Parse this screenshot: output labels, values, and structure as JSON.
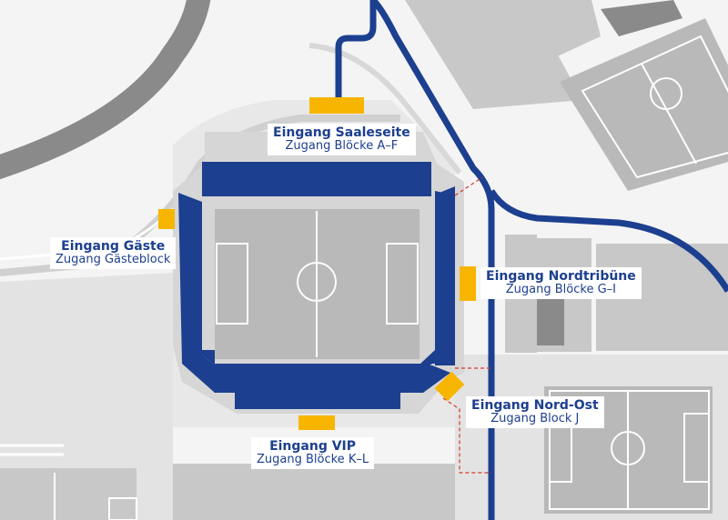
{
  "colors": {
    "background": "#f4f4f4",
    "building_gray": "#c8c8c8",
    "pitch_gray": "#b9b9b9",
    "dark_gray": "#8a8a8a",
    "stand_blue": "#1c3f8f",
    "route_blue": "#1c3f8f",
    "entrance_yellow": "#f7b500",
    "dashed_red": "#d9362b",
    "label_text": "#1c3f8f"
  },
  "entrances": [
    {
      "id": "saaleseite",
      "title": "Eingang Saaleseite",
      "subtitle": "Zugang Blöcke A–F",
      "icon": "entrance-marker"
    },
    {
      "id": "gaeste",
      "title": "Eingang Gäste",
      "subtitle": "Zugang Gästeblock",
      "icon": "entrance-marker"
    },
    {
      "id": "nordtribuene",
      "title": "Eingang Nordtribüne",
      "subtitle": "Zugang Blöcke G–I",
      "icon": "entrance-marker"
    },
    {
      "id": "nordost",
      "title": "Eingang Nord-Ost",
      "subtitle": "Zugang Block J",
      "icon": "entrance-marker"
    },
    {
      "id": "vip",
      "title": "Eingang VIP",
      "subtitle": "Zugang Blöcke K–L",
      "icon": "entrance-marker"
    }
  ]
}
